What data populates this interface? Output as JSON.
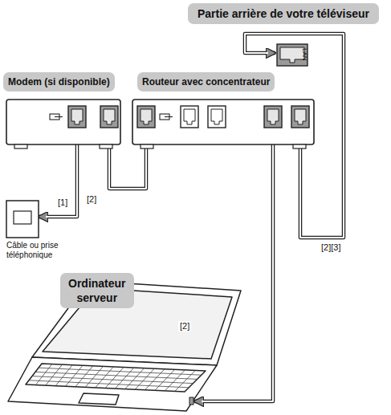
{
  "diagram": {
    "nodes": [
      {
        "text": [
          "Partie arrière de votre téléviseur"
        ]
      },
      {
        "text": [
          "Modem (si disponible)"
        ]
      },
      {
        "text": [
          "Routeur avec concentrateur"
        ]
      },
      {
        "text": [
          "Câble ou prise téléphonique"
        ]
      },
      {
        "text": [
          "Ordinateur serveur"
        ]
      }
    ],
    "edges": [
      {
        "from": 3,
        "to": 1,
        "label": "[1]",
        "arrow": "both"
      },
      {
        "from": 1,
        "to": 2,
        "label": "[2]",
        "arrow": "both"
      },
      {
        "from": 2,
        "to": 0,
        "label": "[2][3]",
        "arrow": "both"
      },
      {
        "from": 2,
        "to": 4,
        "label": "[2]",
        "arrow": "both"
      }
    ],
    "labels": [
      "LAN"
    ]
  }
}
